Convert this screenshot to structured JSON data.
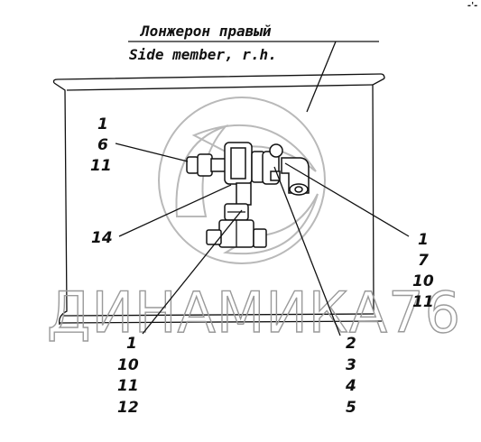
{
  "title_ru": "Лонжерон правый",
  "title_en": "Side member, r.h.",
  "watermark": "ДИНАМИКА76",
  "callouts": {
    "left_top": [
      "1",
      "6",
      "11"
    ],
    "left_mid": [
      "14"
    ],
    "bottom_left": [
      "1",
      "10",
      "11",
      "12"
    ],
    "bottom_mid": [
      "2",
      "3",
      "4",
      "5"
    ],
    "right": [
      "1",
      "7",
      "10",
      "11"
    ]
  }
}
